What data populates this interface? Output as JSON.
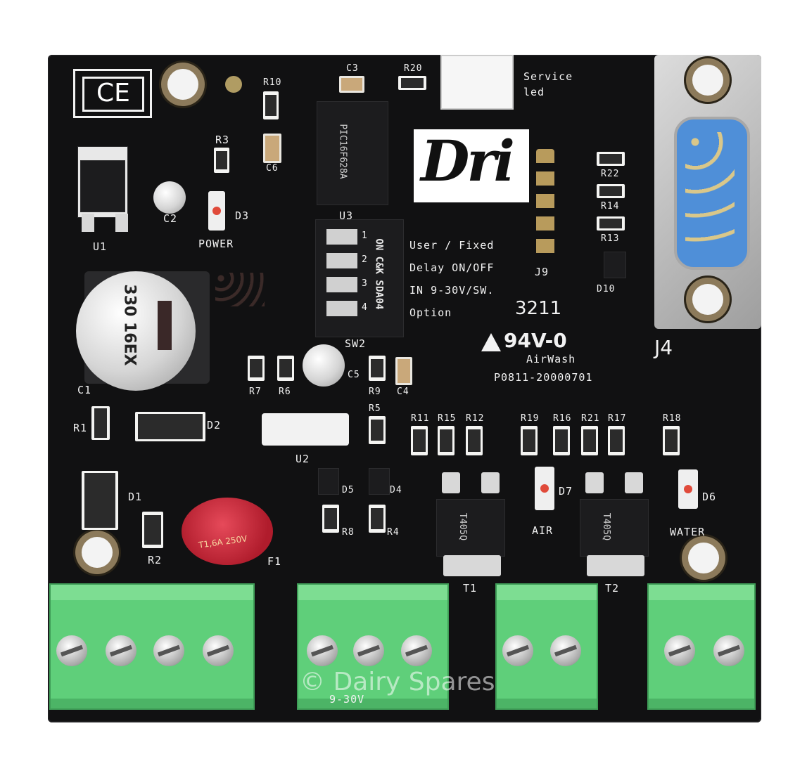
{
  "board": {
    "ce_mark": "CE",
    "logo_text": "Dri",
    "ul_mark": "94V-0",
    "date_code": "3211",
    "brand": "AirWash",
    "part_number": "P0811-20000701",
    "watermark": "© Dairy Spares",
    "bottom_label": "9-30V"
  },
  "labels": {
    "service_led_line1": "Service",
    "service_led_line2": "led",
    "power": "POWER",
    "air": "AIR",
    "water": "WATER"
  },
  "switch_labels": [
    "User / Fixed",
    "Delay ON/OFF",
    "IN 9-30V/SW.",
    "Option"
  ],
  "dip_switch": {
    "brand": "ON C&K SDA04",
    "numbers": [
      "1",
      "2",
      "3",
      "4"
    ]
  },
  "designators": {
    "u1": "U1",
    "u2": "U2",
    "u3": "U3",
    "c1": "C1",
    "c2": "C2",
    "c3": "C3",
    "c4": "C4",
    "c5": "C5",
    "c6": "C6",
    "d1": "D1",
    "d2": "D2",
    "d3": "D3",
    "d4": "D4",
    "d5": "D5",
    "d6": "D6",
    "d7": "D7",
    "d10": "D10",
    "r1": "R1",
    "r2": "R2",
    "r3": "R3",
    "r4": "R4",
    "r5": "R5",
    "r6": "R6",
    "r7": "R7",
    "r8": "R8",
    "r9": "R9",
    "r10": "R10",
    "r11": "R11",
    "r12": "R12",
    "r13": "R13",
    "r14": "R14",
    "r15": "R15",
    "r16": "R16",
    "r17": "R17",
    "r18": "R18",
    "r19": "R19",
    "r20": "R20",
    "r21": "R21",
    "r22": "R22",
    "t1": "T1",
    "t2": "T2",
    "sw2": "SW2",
    "j4": "J4",
    "j9": "J9",
    "f1": "F1"
  },
  "component_markings": {
    "u3": "PIC16F628A",
    "fuse": "T1,6A 250V",
    "big_cap": "330 16EX",
    "transistor": "T405Q"
  },
  "colors": {
    "pcb": "#111112",
    "terminal": "#5fcf7a",
    "silkscreen": "#f2f2f2",
    "led": "#e04a3a",
    "dsub_pins": "#4f8fd8"
  }
}
